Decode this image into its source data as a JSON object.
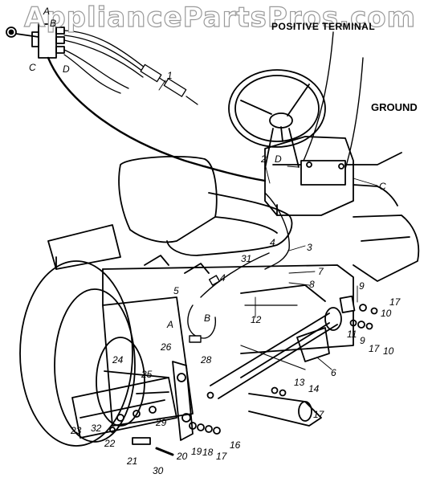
{
  "watermark": "AppliancePartsPros.com",
  "terminal_labels": {
    "positive_terminal": "POSITIVE TERMINAL",
    "ground": "GROUND"
  },
  "letters": {
    "A": "A",
    "B": "B",
    "C": "C",
    "D": "D"
  },
  "callouts": [
    "1",
    "2",
    "3",
    "4",
    "5",
    "6",
    "7",
    "8",
    "9",
    "10",
    "11",
    "12",
    "13",
    "14",
    "16",
    "17",
    "18",
    "19",
    "20",
    "21",
    "22",
    "23",
    "24",
    "25",
    "26",
    "28",
    "29",
    "30",
    "31",
    "32"
  ]
}
